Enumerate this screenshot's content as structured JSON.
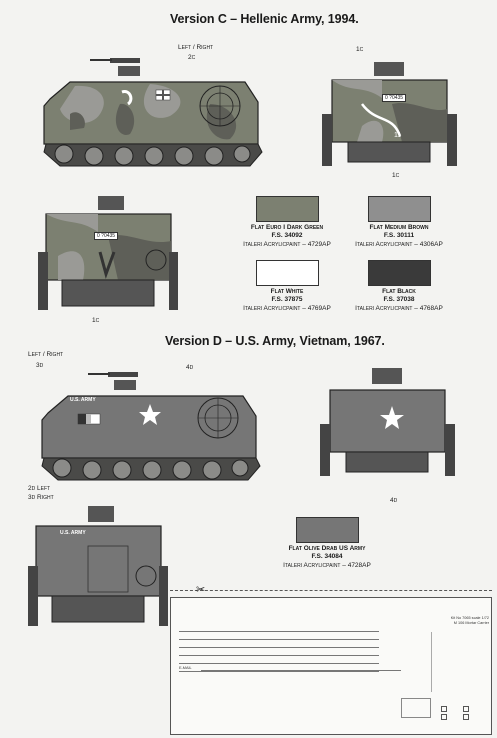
{
  "version_c": {
    "title": "Version C – Hellenic Army, 1994.",
    "callout_left_right": "Left / Right",
    "callout_2c": "2c",
    "callout_1c_top": "1c",
    "callout_1c_bottom": "1c",
    "callout_1c_front": "1c",
    "plate_rear": "0 ?0435",
    "plate_front": "0 ?0435",
    "number_11": "11"
  },
  "colors": [
    {
      "name": "Flat Euro I Dark Green",
      "fs": "F.S. 34092",
      "acr": "Italeri Acrylicpaint – 4729AP",
      "hex": "#7c8071"
    },
    {
      "name": "Flat Medium Brown",
      "fs": "F.S. 30111",
      "acr": "Italeri Acrylicpaint – 4306AP",
      "hex": "#8f8f8f"
    },
    {
      "name": "Flat White",
      "fs": "F.S. 37875",
      "acr": "Italeri Acrylicpaint – 4769AP",
      "hex": "#ffffff"
    },
    {
      "name": "Flat Black",
      "fs": "F.S. 37038",
      "acr": "Italeri Acrylicpaint – 4768AP",
      "hex": "#3a3a3a"
    },
    {
      "name": "Flat Olive Drab US Army",
      "fs": "F.S. 34084",
      "acr": "Italeri Acrylicpaint – 4728AP",
      "hex": "#767676"
    }
  ],
  "version_d": {
    "title": "Version D – U.S. Army, Vietnam, 1967.",
    "callout_left_right": "Left / Right",
    "callout_3d": "3d",
    "callout_4d_side": "4d",
    "callout_2d_left": "2d Left",
    "callout_3d_right": "3d Right",
    "callout_4d_front": "4d",
    "hull_marking": "U.S. ARMY",
    "front_marking": "U.S. ARMY"
  },
  "form": {
    "kit_line1": "Kit No 7065 scale 1/72",
    "kit_line2": "M 106 Mortar Carrier",
    "email_label": "E-MAIL"
  }
}
